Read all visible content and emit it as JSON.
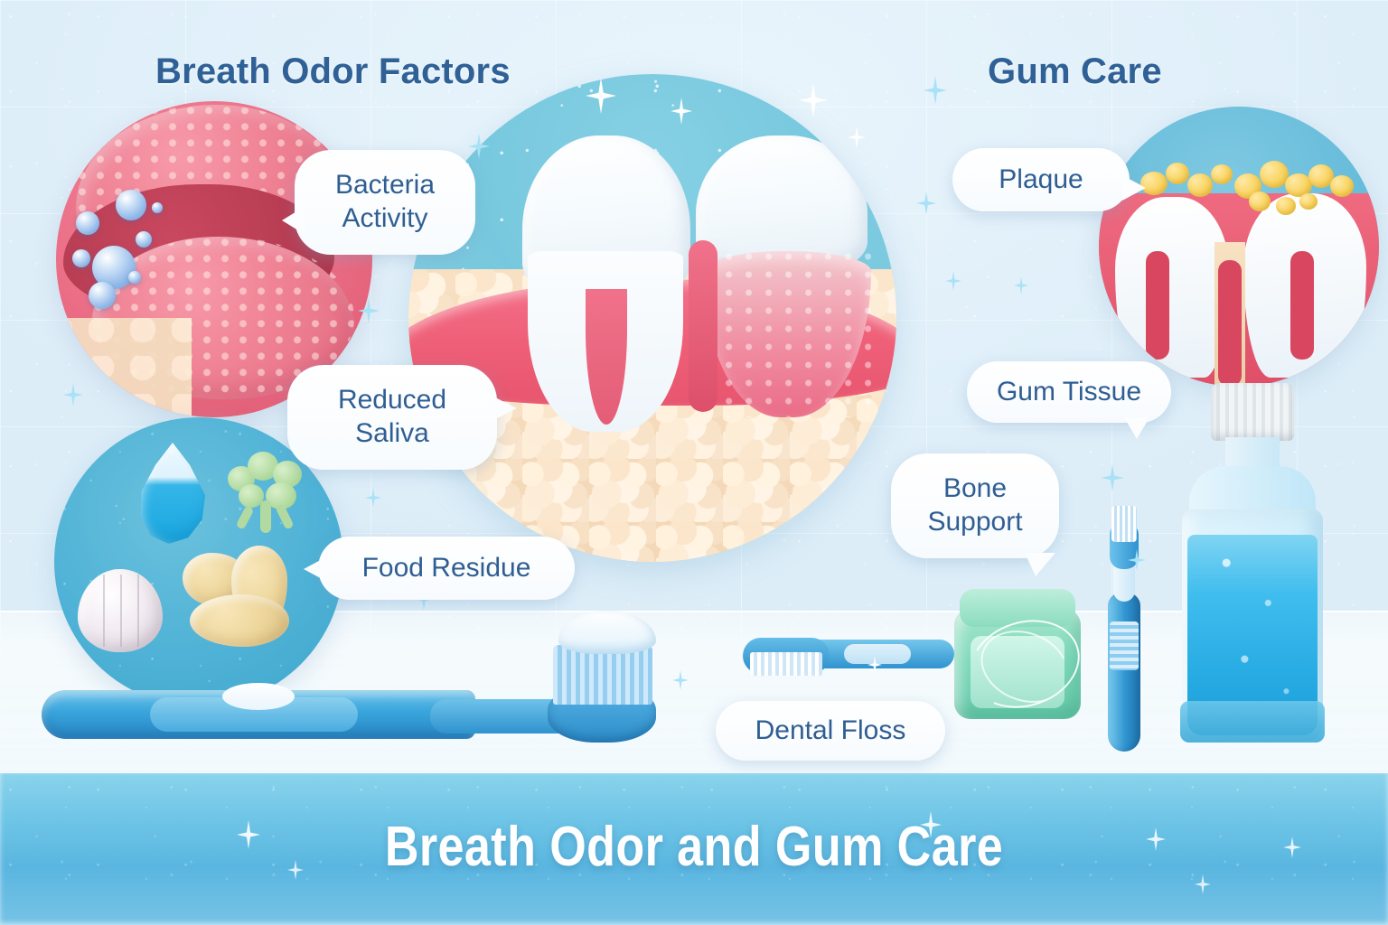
{
  "poster": {
    "banner_title": "Breath Odor and Gum Care",
    "headings": {
      "left": "Breath Odor Factors",
      "right": "Gum Care"
    },
    "colors": {
      "heading_blue": "#2f6096",
      "label_blue": "#2f5e93",
      "banner_blue": "#5ab6e0",
      "gum_red": "#ea6c84",
      "plaque_yellow": "#f9d564",
      "bone_cream": "#f3d7b6",
      "circle_cyan": "#77c8de",
      "floss_green": "#7fd9bb",
      "mouthwash_blue": "#3fbdee"
    }
  },
  "labels": {
    "bacteria_activity": "Bacteria\nActivity",
    "bacteria_activity_line1": "Bacteria",
    "bacteria_activity_line2": "Activity",
    "reduced_saliva_line1": "Reduced",
    "reduced_saliva_line2": "Saliva",
    "food_residue": "Food Residue",
    "plaque": "Plaque",
    "gum_tissue": "Gum Tissue",
    "bone_support_line1": "Bone",
    "bone_support_line2": "Support",
    "dental_floss": "Dental Floss"
  },
  "illustrations": {
    "tongue_circle": "tongue-bacteria-cross-section",
    "food_circle": "food-items-water-broccoli-garlic-onion",
    "main_circle": "molar-teeth-gum-bone-cross-section",
    "plaque_circle": "teeth-with-plaque-deposits",
    "toothbrush_large": "toothbrush-with-toothpaste",
    "toothbrush_small": "toothbrush-lying",
    "toothbrush_upright": "toothbrush-standing",
    "floss_box": "dental-floss-container",
    "mouthwash": "mouthwash-bottle"
  }
}
